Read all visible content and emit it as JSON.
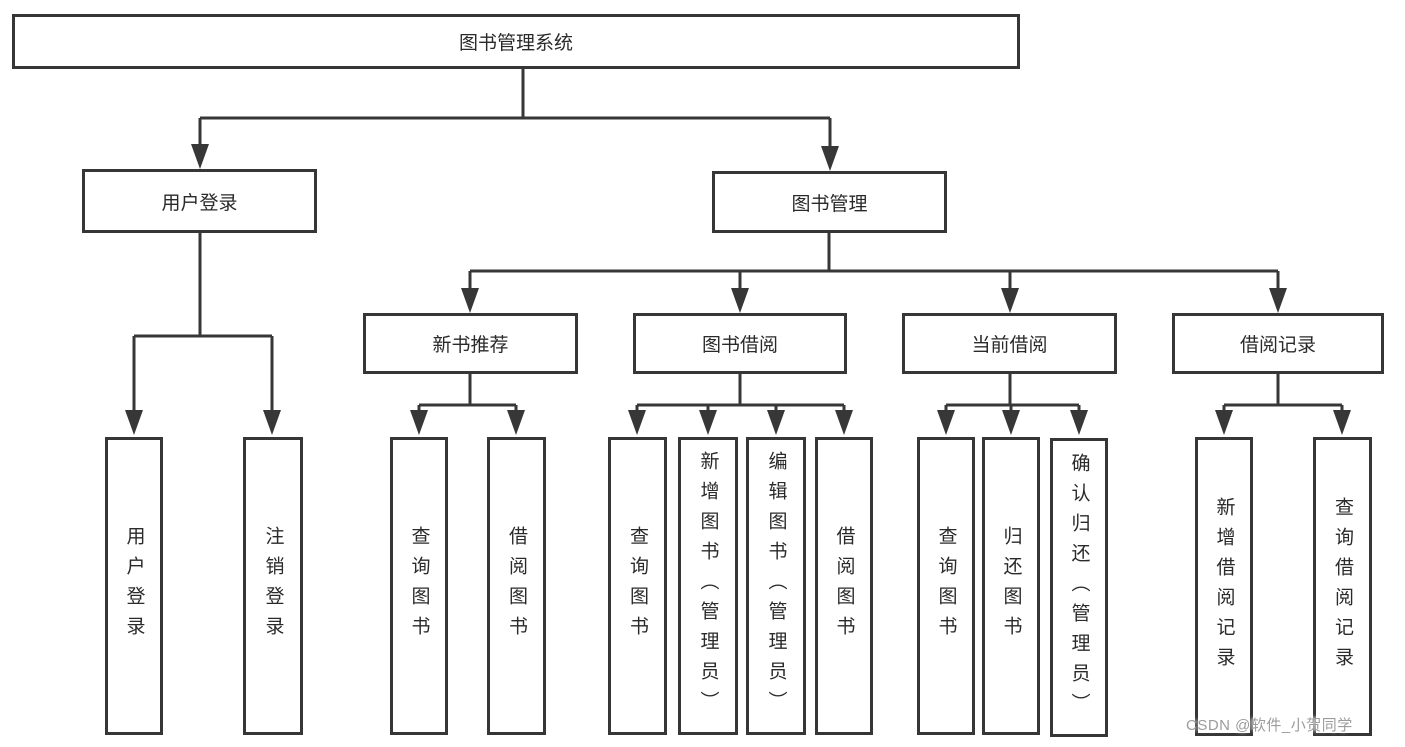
{
  "diagram": {
    "root": {
      "label": "图书管理系统"
    },
    "user_login": {
      "label": "用户登录",
      "children": {
        "login": "用户登录",
        "logout": "注销登录"
      }
    },
    "book_mgmt": {
      "label": "图书管理",
      "sections": {
        "new_books": {
          "label": "新书推荐",
          "children": {
            "query_books": "查询图书",
            "borrow_books": "借阅图书"
          }
        },
        "book_borrowing": {
          "label": "图书借阅",
          "children": {
            "query_books": "查询图书",
            "add_books": "新增图书（管理员）",
            "edit_books": "编辑图书（管理员）",
            "borrow_books": "借阅图书"
          }
        },
        "current_borrowing": {
          "label": "当前借阅",
          "children": {
            "query_books": "查询图书",
            "return_books": "归还图书",
            "confirm_return": "确认归还（管理员）"
          }
        },
        "borrow_records": {
          "label": "借阅记录",
          "children": {
            "add_record": "新增借阅记录",
            "query_record": "查询借阅记录"
          }
        }
      }
    }
  },
  "watermark": {
    "text": "CSDN @软件_小贺同学"
  },
  "colors": {
    "line": "#373737",
    "text": "#2a2a2a",
    "watermark": "#9c9c9c",
    "background": "#ffffff"
  }
}
